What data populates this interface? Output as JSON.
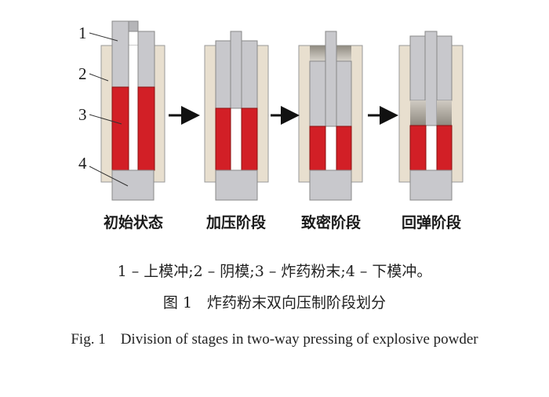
{
  "figure": {
    "callouts": [
      "1",
      "2",
      "3",
      "4"
    ],
    "stages": [
      "初始状态",
      "加压阶段",
      "致密阶段",
      "回弹阶段"
    ],
    "colors": {
      "die": "#e8dfcf",
      "punch": "#c8c8cc",
      "powder": "#d21f26",
      "arrow": "#111111"
    }
  },
  "caption": {
    "legend": "1 – 上模冲;2 – 阴模;3 – 炸药粉末;4 – 下模冲。",
    "cn_title": "图 1　炸药粉末双向压制阶段划分",
    "en_title": "Fig. 1　Division of stages in two-way pressing of explosive powder"
  }
}
